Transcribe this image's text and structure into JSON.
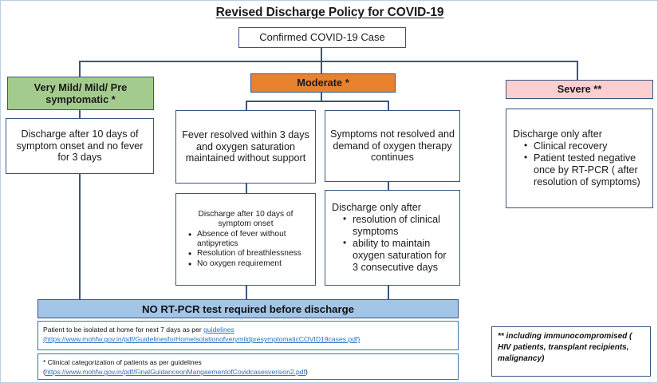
{
  "title": "Revised Discharge Policy for COVID-19",
  "root": {
    "label": "Confirmed  COVID-19 Case"
  },
  "branches": {
    "mild": {
      "header": "Very Mild/ Mild/ Pre symptomatic *",
      "header_color": "#A4CB8E",
      "body": "Discharge after 10 days of symptom onset and no fever for 3 days"
    },
    "moderate": {
      "header": "Moderate *",
      "header_color": "#E9822F",
      "left": {
        "condition": "Fever resolved within 3 days\nand oxygen saturation maintained without support",
        "outcome_lead": "Discharge after 10 days of symptom onset",
        "outcome_bullets": [
          "Absence of fever without antipyretics",
          "Resolution of breathlessness",
          "No oxygen requirement"
        ]
      },
      "right": {
        "condition": "Symptoms not resolved and demand of oxygen therapy continues",
        "outcome_lead": "Discharge only after",
        "outcome_bullets": [
          "resolution of clinical symptoms",
          "ability to maintain oxygen saturation for 3 consecutive days"
        ]
      }
    },
    "severe": {
      "header": "Severe **",
      "header_color": "#FBCFCF",
      "outcome_lead": "Discharge only after",
      "outcome_bullets": [
        "Clinical recovery",
        "Patient tested negative once by RT-PCR ( after resolution of symptoms)"
      ]
    }
  },
  "banner": {
    "label": "NO RT-PCR test required before discharge",
    "color": "#A3C5E7"
  },
  "notes": {
    "home_isolation": {
      "line1_pre": "Patient to be isolated at home for next 7 days as per ",
      "line1_link": "guidelines",
      "line2": "(https://www.mohfw.gov.in/pdf/GuidelinesforHomeIsolationofverymildpresymptomaticCOVID19cases.pdf)"
    },
    "categorization": {
      "line1": "* Clinical categorization of patients  as per guidelines",
      "line2_open": "(",
      "line2_link": "https://www.mohfw.gov.in/pdf/FinalGuidanceonMangaementofCovidcasesversion2.pdf",
      "line2_close": ")"
    },
    "severe_footnote": "** including immunocompromised ( HIV patients, transplant recipients, malignancy)"
  }
}
